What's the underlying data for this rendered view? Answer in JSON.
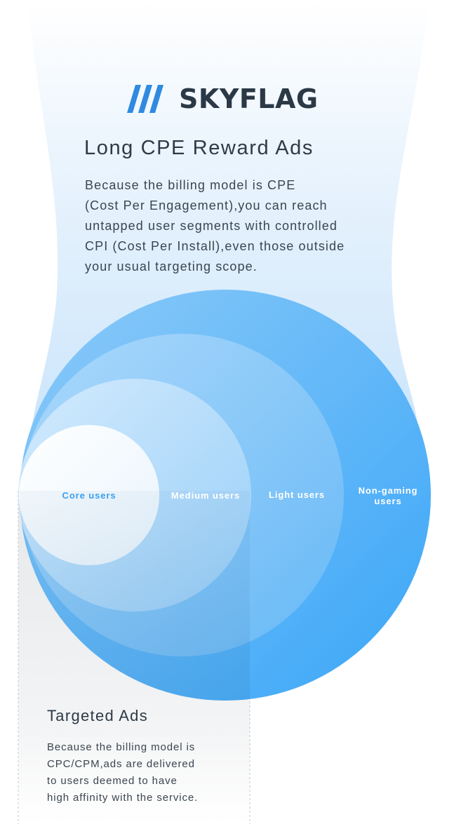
{
  "brand": {
    "name": "SKYFLAG",
    "colors": {
      "logo_mark": "#2f8ae0",
      "logo_text": "#2b3846"
    }
  },
  "long_cpe": {
    "title": "Long CPE Reward Ads",
    "description_lines": [
      "Because the billing model is CPE",
      "(Cost Per Engagement),you can reach",
      "untapped user segments with controlled",
      "CPI (Cost Per Install),even those outside",
      "your usual targeting scope."
    ]
  },
  "segments": [
    {
      "label_lines": [
        "Core users"
      ],
      "color": "#3aa0f0"
    },
    {
      "label_lines": [
        "Medium users"
      ],
      "color": "#ffffff"
    },
    {
      "label_lines": [
        "Light users"
      ],
      "color": "#ffffff"
    },
    {
      "label_lines": [
        "Non-gaming",
        "users"
      ],
      "color": "#ffffff"
    }
  ],
  "targeted": {
    "title": "Targeted Ads",
    "description_lines": [
      "Because the billing model is",
      "CPC/CPM,ads are delivered",
      "to users deemed to have",
      "high affinity with the service."
    ]
  }
}
